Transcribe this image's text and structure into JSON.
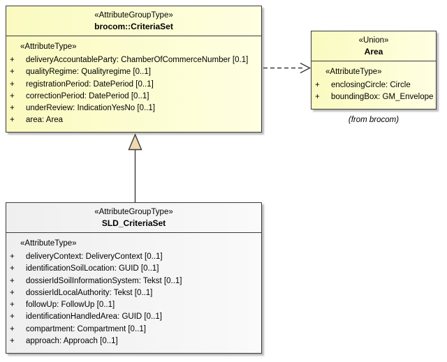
{
  "diagram_type": "uml-class-diagram",
  "colors": {
    "class_fill_yellow_left": "#FAFAC0",
    "class_fill_yellow_right": "#FFFFE2",
    "class_fill_gray_left": "#EFEFEF",
    "class_fill_gray_right": "#FAFAFA",
    "border": "#3A3A3A",
    "shadow": "#BCBCBC",
    "generalization_arrow_fill": "#F0D9AE",
    "background": "#FFFFFF"
  },
  "criteria_set": {
    "stereotype": "«AttributeGroupType»",
    "name": "brocom::CriteriaSet",
    "attr_header": "«AttributeType»",
    "attributes": [
      {
        "vis": "+",
        "text": "deliveryAccountableParty: ChamberOfCommerceNumber [0.1]"
      },
      {
        "vis": "+",
        "text": "qualityRegime: Qualityregime [0..1]"
      },
      {
        "vis": "+",
        "text": "registrationPeriod: DatePeriod [0..1]"
      },
      {
        "vis": "+",
        "text": "correctionPeriod: DatePeriod [0..1]"
      },
      {
        "vis": "+",
        "text": "underReview: IndicationYesNo [0..1]"
      },
      {
        "vis": "+",
        "text": "area: Area"
      }
    ]
  },
  "area_union": {
    "stereotype": "«Union»",
    "name": "Area",
    "attr_header": "«AttributeType»",
    "attributes": [
      {
        "vis": "+",
        "text": "enclosingCircle: Circle"
      },
      {
        "vis": "+",
        "text": "boundingBox: GM_Envelope"
      }
    ],
    "footnote": "(from brocom)"
  },
  "sld_criteria_set": {
    "stereotype": "«AttributeGroupType»",
    "name": "SLD_CriteriaSet",
    "attr_header": "«AttributeType»",
    "attributes": [
      {
        "vis": "+",
        "text": "deliveryContext: DeliveryContext [0..1]"
      },
      {
        "vis": "+",
        "text": "identificationSoilLocation: GUID [0..1]"
      },
      {
        "vis": "+",
        "text": "dossierIdSoilInformationSystem: Tekst [0..1]"
      },
      {
        "vis": "+",
        "text": "dossierIdLocalAuthority: Tekst [0..1]"
      },
      {
        "vis": "+",
        "text": "followUp: FollowUp [0..1]"
      },
      {
        "vis": "+",
        "text": "identificationHandledArea: GUID [0..1]"
      },
      {
        "vis": "+",
        "text": "compartment: Compartment [0..1]"
      },
      {
        "vis": "+",
        "text": "approach: Approach [0..1]"
      }
    ]
  },
  "relations": {
    "generalization": "SLD_CriteriaSet -> brocom::CriteriaSet",
    "dependency": "brocom::CriteriaSet -> Area"
  }
}
